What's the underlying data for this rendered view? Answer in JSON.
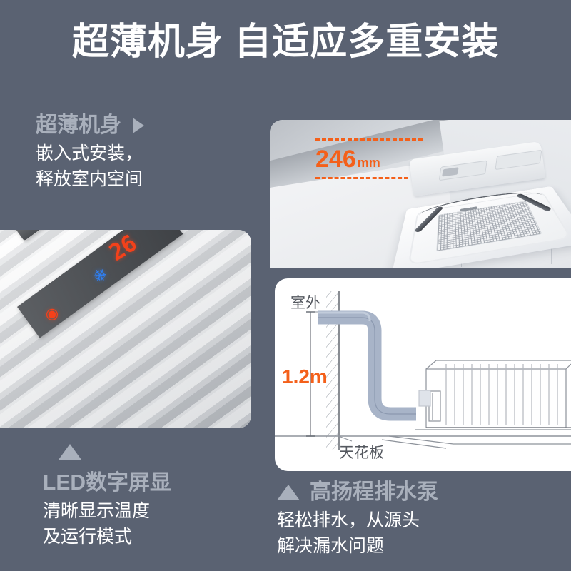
{
  "page": {
    "background_color": "#5a6272",
    "hero_title": "超薄机身 自适应多重安装"
  },
  "features": [
    {
      "id": "slim-body",
      "marker": "triangle-right-icon",
      "heading": "超薄机身",
      "body_line1": "嵌入式安装，",
      "body_line2": "释放室内空间"
    },
    {
      "id": "led-display",
      "marker": "triangle-up-icon",
      "heading": "LED数字屏显",
      "body_line1": "清晰显示温度",
      "body_line2": "及运行模式"
    },
    {
      "id": "drain-pump",
      "marker": "triangle-up-icon",
      "heading": "高扬程排水泵",
      "body_line1": "轻松排水，从源头",
      "body_line2": "解决漏水问题"
    }
  ],
  "cassette_photo": {
    "name": "ceiling-cassette-photo",
    "dimension_value": "246",
    "dimension_unit": "mm",
    "annotation_color": "#f4601a"
  },
  "led_photo": {
    "name": "led-display-photo",
    "temperature": "26",
    "cooling_icon": "❄",
    "mode_icon": "◉",
    "digit_color": "#f4411a",
    "snowflake_color": "#2f7ef0"
  },
  "drain_diagram": {
    "name": "drain-pump-diagram",
    "label_outdoor": "室外",
    "label_ceiling": "天花板",
    "lift_height": "1.2m",
    "lift_color": "#f4601a",
    "pipe_color": "#a8b4c8"
  },
  "colors": {
    "heading_gray": "#a9b0bc",
    "body_white": "#ffffff",
    "accent_orange": "#f4601a",
    "background": "#5a6272"
  }
}
